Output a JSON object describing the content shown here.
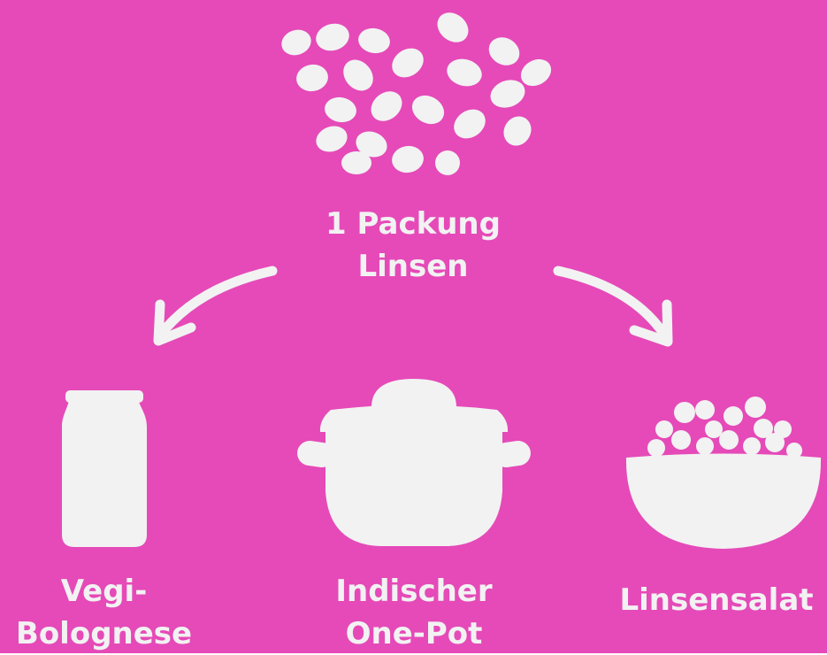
{
  "colors": {
    "background": "#e54ab8",
    "foreground": "#f2f2f2"
  },
  "center": {
    "icon": "lentils-icon",
    "line1": "1 Packung",
    "line2": "Linsen"
  },
  "outputs": [
    {
      "icon": "jar-icon",
      "line1": "Vegi-",
      "line2": "Bolognese"
    },
    {
      "icon": "cooking-pot-icon",
      "line1": "Indischer",
      "line2": "One-Pot"
    },
    {
      "icon": "salad-bowl-icon",
      "line1": "Linsensalat"
    }
  ]
}
